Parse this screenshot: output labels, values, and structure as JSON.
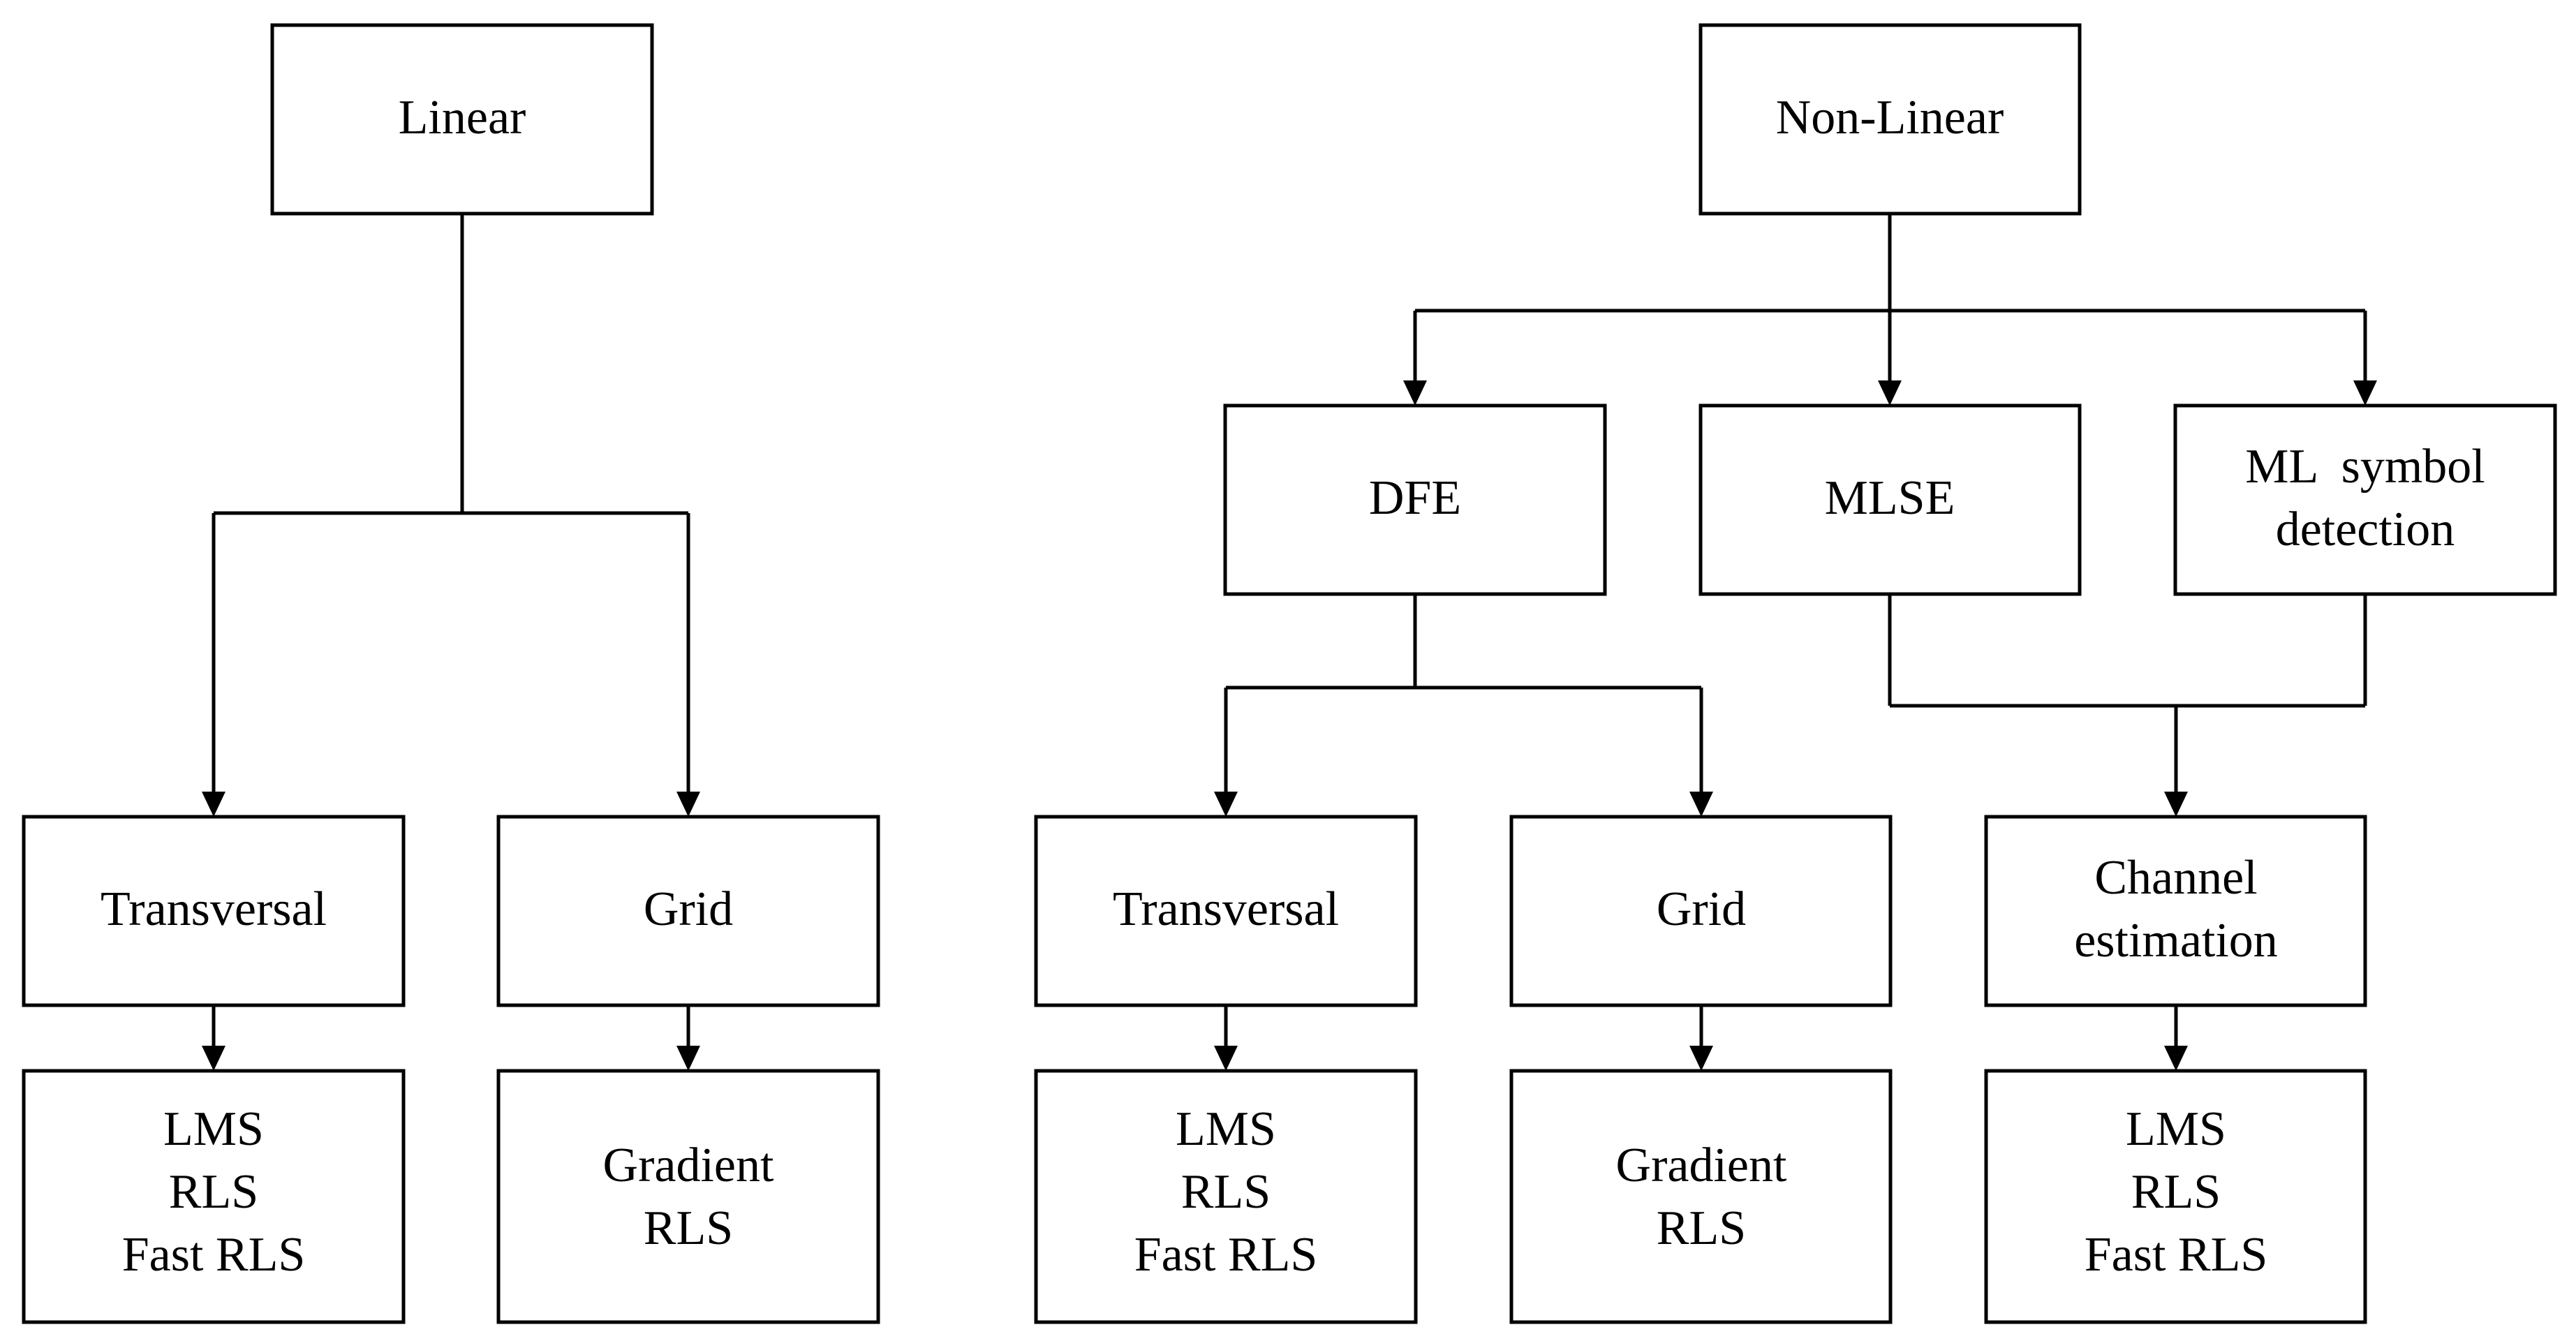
{
  "nodes": {
    "linear": [
      "Linear"
    ],
    "nonlinear": [
      "Non-Linear"
    ],
    "dfe": [
      "DFE"
    ],
    "mlse": [
      "MLSE"
    ],
    "ml_symbol": [
      "ML  symbol",
      "detection"
    ],
    "lin_transversal": [
      "Transversal"
    ],
    "lin_grid": [
      "Grid"
    ],
    "dfe_transversal": [
      "Transversal"
    ],
    "dfe_grid": [
      "Grid"
    ],
    "channel_est": [
      "Channel",
      "estimation"
    ],
    "lin_trans_algos": [
      "LMS",
      "RLS",
      "Fast RLS"
    ],
    "lin_grid_algos": [
      "Gradient",
      "RLS"
    ],
    "dfe_trans_algos": [
      "LMS",
      "RLS",
      "Fast RLS"
    ],
    "dfe_grid_algos": [
      "Gradient",
      "RLS"
    ],
    "channel_algos": [
      "LMS",
      "RLS",
      "Fast RLS"
    ]
  }
}
